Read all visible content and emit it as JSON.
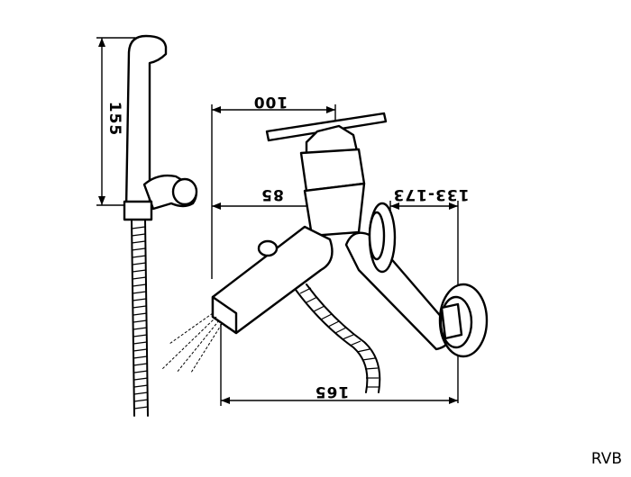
{
  "dimensions": {
    "hand_shower_length": "155",
    "width_top": "100",
    "spout_offset": "85",
    "wall_distance": "133-173",
    "total_depth": "165"
  },
  "brand": "RVB"
}
